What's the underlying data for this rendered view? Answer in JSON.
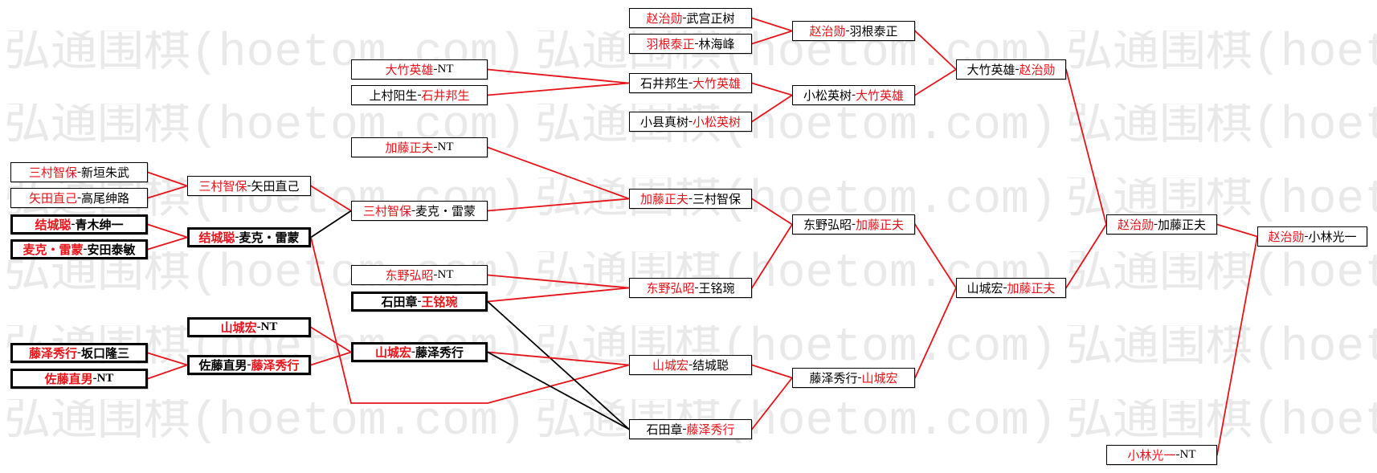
{
  "watermark": "弘通围棋(hoetom.com)",
  "separator": "-",
  "colors": {
    "highlight": "#e8141a",
    "text": "#000000",
    "line_red": "#e8141a",
    "line_black": "#000000",
    "watermark": "#e9e9e9",
    "background": "#ffffff",
    "border": "#000000"
  },
  "columns": [
    {
      "matches": [
        [
          "三村智保",
          "新垣朱武"
        ],
        [
          "矢田直己",
          "高尾绅路"
        ],
        [
          "结城聪",
          "青木绅一"
        ],
        [
          "麦克・雷蒙",
          "安田泰敏"
        ],
        [
          "藤泽秀行",
          "坂口隆三"
        ],
        [
          "佐藤直男",
          "NT"
        ]
      ]
    },
    {
      "matches": [
        [
          "三村智保",
          "矢田直己"
        ],
        [
          "结城聪",
          "麦克・雷蒙"
        ],
        [
          "山城宏",
          "NT"
        ],
        [
          "佐藤直男",
          "藤泽秀行"
        ]
      ]
    },
    {
      "matches": [
        [
          "大竹英雄",
          "NT"
        ],
        [
          "上村阳生",
          "石井邦生"
        ],
        [
          "加藤正夫",
          "NT"
        ],
        [
          "三村智保",
          "麦克・雷蒙"
        ],
        [
          "东野弘昭",
          "NT"
        ],
        [
          "石田章",
          "王铭琬"
        ],
        [
          "山城宏",
          "藤泽秀行"
        ]
      ]
    },
    {
      "matches": [
        [
          "赵治勋",
          "武宫正树"
        ],
        [
          "羽根泰正",
          "林海峰"
        ],
        [
          "石井邦生",
          "大竹英雄"
        ],
        [
          "小县真树",
          "小松英树"
        ],
        [
          "加藤正夫",
          "三村智保"
        ],
        [
          "东野弘昭",
          "王铭琬"
        ],
        [
          "山城宏",
          "结城聪"
        ],
        [
          "石田章",
          "藤泽秀行"
        ]
      ]
    },
    {
      "matches": [
        [
          "赵治勋",
          "羽根泰正"
        ],
        [
          "小松英树",
          "大竹英雄"
        ],
        [
          "东野弘昭",
          "加藤正夫"
        ],
        [
          "藤泽秀行",
          "山城宏"
        ]
      ]
    },
    {
      "matches": [
        [
          "大竹英雄",
          "赵治勋"
        ],
        [
          "山城宏",
          "加藤正夫"
        ]
      ]
    },
    {
      "matches": [
        [
          "赵治勋",
          "加藤正夫"
        ],
        [
          "小林光一",
          "NT"
        ]
      ]
    },
    {
      "matches": [
        [
          "赵治勋",
          "小林光一"
        ]
      ]
    }
  ]
}
